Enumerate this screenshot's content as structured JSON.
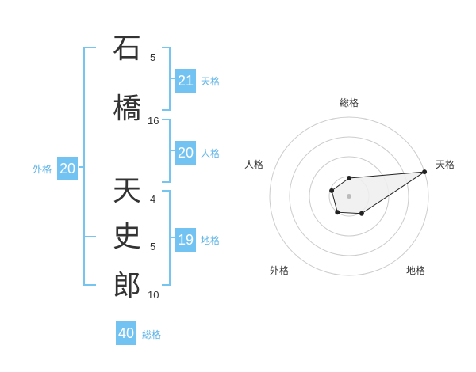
{
  "name_chars": [
    {
      "char": "石",
      "strokes": "5"
    },
    {
      "char": "橋",
      "strokes": "16"
    },
    {
      "char": "天",
      "strokes": "4"
    },
    {
      "char": "史",
      "strokes": "5"
    },
    {
      "char": "郎",
      "strokes": "10"
    }
  ],
  "kaku": {
    "tenkaku": {
      "label": "天格",
      "value": "21"
    },
    "jinkaku": {
      "label": "人格",
      "value": "20"
    },
    "chikaku": {
      "label": "地格",
      "value": "19"
    },
    "gaikaku": {
      "label": "外格",
      "value": "20"
    },
    "soukaku": {
      "label": "総格",
      "value": "40"
    }
  },
  "colors": {
    "accent": "#72c2f2",
    "bracket": "#76c4f0",
    "label": "#5cb3e6"
  },
  "chart_data": {
    "type": "radar",
    "categories": [
      "総格",
      "天格",
      "地格",
      "外格",
      "人格"
    ],
    "values": [
      0.23,
      1.0,
      0.27,
      0.25,
      0.23
    ],
    "rings": 4
  }
}
